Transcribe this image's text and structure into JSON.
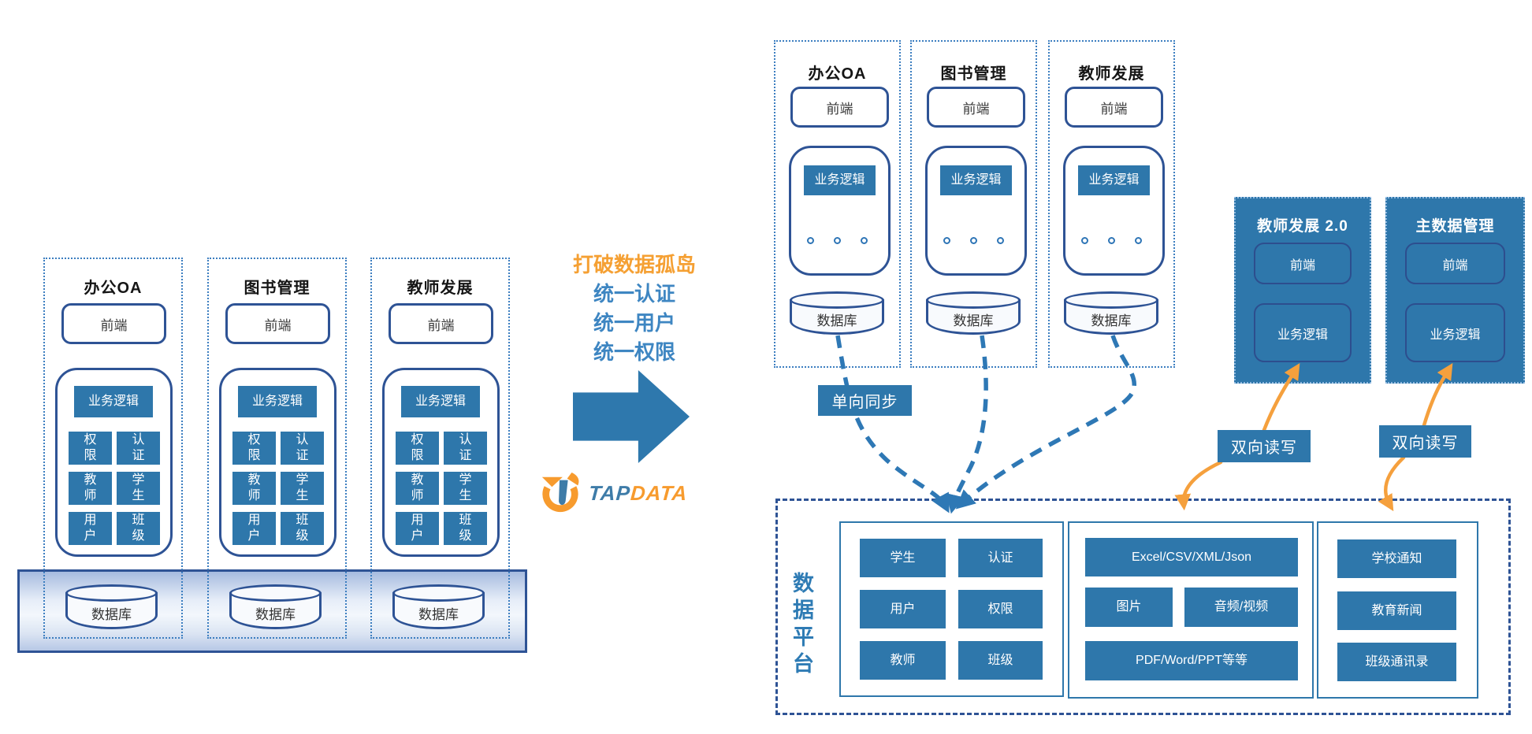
{
  "colors": {
    "box_blue": "#2E77AB",
    "navy_border": "#2E5395",
    "dotted_border": "#3C7EC0",
    "arrow_blue": "#2E78AD",
    "orange": "#F5A03D",
    "headline_orange": "#F5A033",
    "headline_blue": "#3E86C2",
    "logo_blue": "#3E7CA8",
    "logo_orange": "#F79B2E"
  },
  "left_group": {
    "columns": [
      {
        "title": "办公OA",
        "frontend": "前端",
        "logic": "业务逻辑",
        "modules": [
          "权限",
          "认证",
          "教师",
          "学生",
          "用户",
          "班级"
        ],
        "database": "数据库"
      },
      {
        "title": "图书管理",
        "frontend": "前端",
        "logic": "业务逻辑",
        "modules": [
          "权限",
          "认证",
          "教师",
          "学生",
          "用户",
          "班级"
        ],
        "database": "数据库"
      },
      {
        "title": "教师发展",
        "frontend": "前端",
        "logic": "业务逻辑",
        "modules": [
          "权限",
          "认证",
          "教师",
          "学生",
          "用户",
          "班级"
        ],
        "database": "数据库"
      }
    ]
  },
  "transition": {
    "headline": "打破数据孤岛",
    "lines": [
      "统一认证",
      "统一用户",
      "统一权限"
    ],
    "logo_tap": "TAP",
    "logo_data": "DATA"
  },
  "right_group": {
    "sync_label": "单向同步",
    "columns": [
      {
        "title": "办公OA",
        "frontend": "前端",
        "logic": "业务逻辑",
        "database": "数据库"
      },
      {
        "title": "图书管理",
        "frontend": "前端",
        "logic": "业务逻辑",
        "database": "数据库"
      },
      {
        "title": "教师发展",
        "frontend": "前端",
        "logic": "业务逻辑",
        "database": "数据库"
      }
    ]
  },
  "new_apps": [
    {
      "title": "教师发展 2.0",
      "frontend": "前端",
      "logic": "业务逻辑"
    },
    {
      "title": "主数据管理",
      "frontend": "前端",
      "logic": "业务逻辑"
    }
  ],
  "rw_labels": [
    "双向读写",
    "双向读写"
  ],
  "platform": {
    "title": "数据平台",
    "sections": [
      {
        "boxes": [
          "学生",
          "认证",
          "用户",
          "权限",
          "教师",
          "班级"
        ]
      },
      {
        "boxes": [
          "Excel/CSV/XML/Json",
          "图片",
          "音频/视频",
          "PDF/Word/PPT等等"
        ]
      },
      {
        "boxes": [
          "学校通知",
          "教育新闻",
          "班级通讯录"
        ]
      }
    ]
  }
}
